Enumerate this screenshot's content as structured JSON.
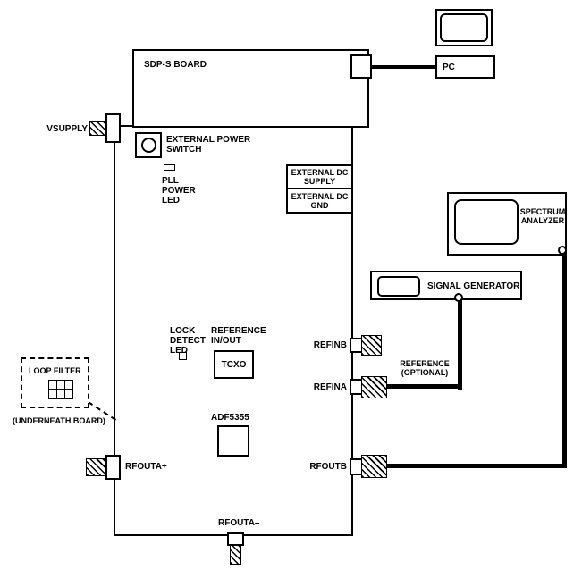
{
  "colors": {
    "line": "#000000",
    "background": "#ffffff"
  },
  "icons": {
    "pc_monitor": "rect-with-rounded-screen",
    "spectrum_analyzer_screen": "rounded-rect",
    "signal_generator_screen": "rounded-rect",
    "power_switch": "circle-in-square",
    "sma_connector": "diagonal-hatched-rect",
    "loop_filter_grid": "3x2-cell-grid",
    "led": "small-rect"
  },
  "diagram": {
    "sdp_board": {
      "label": "SDP-S BOARD"
    },
    "pc": {
      "label": "PC"
    },
    "power": {
      "vsupply": "VSUPPLY",
      "switch": "EXTERNAL POWER\nSWITCH",
      "pll_led": "PLL\nPOWER\nLED",
      "dc_supply": "EXTERNAL DC\nSUPPLY",
      "dc_gnd": "EXTERNAL DC\nGND"
    },
    "instruments": {
      "spectrum_analyzer": "SPECTRUM\nANALYZER",
      "signal_generator": "SIGNAL GENERATOR"
    },
    "reference": {
      "lock_led": "LOCK\nDETECT\nLED",
      "ref_inout": "REFERENCE\nIN/OUT",
      "tcxo": "TCXO",
      "refinb": "REFINB",
      "refina": "REFINA",
      "optional": "REFERENCE\n(OPTIONAL)"
    },
    "chip": {
      "label": "ADF5355"
    },
    "loop_filter": {
      "label": "LOOP FILTER",
      "note": "(UNDERNEATH BOARD)"
    },
    "outputs": {
      "rfouta_plus": "RFOUTA+",
      "rfoutb": "RFOUTB",
      "rfouta_minus": "RFOUTA–"
    }
  }
}
